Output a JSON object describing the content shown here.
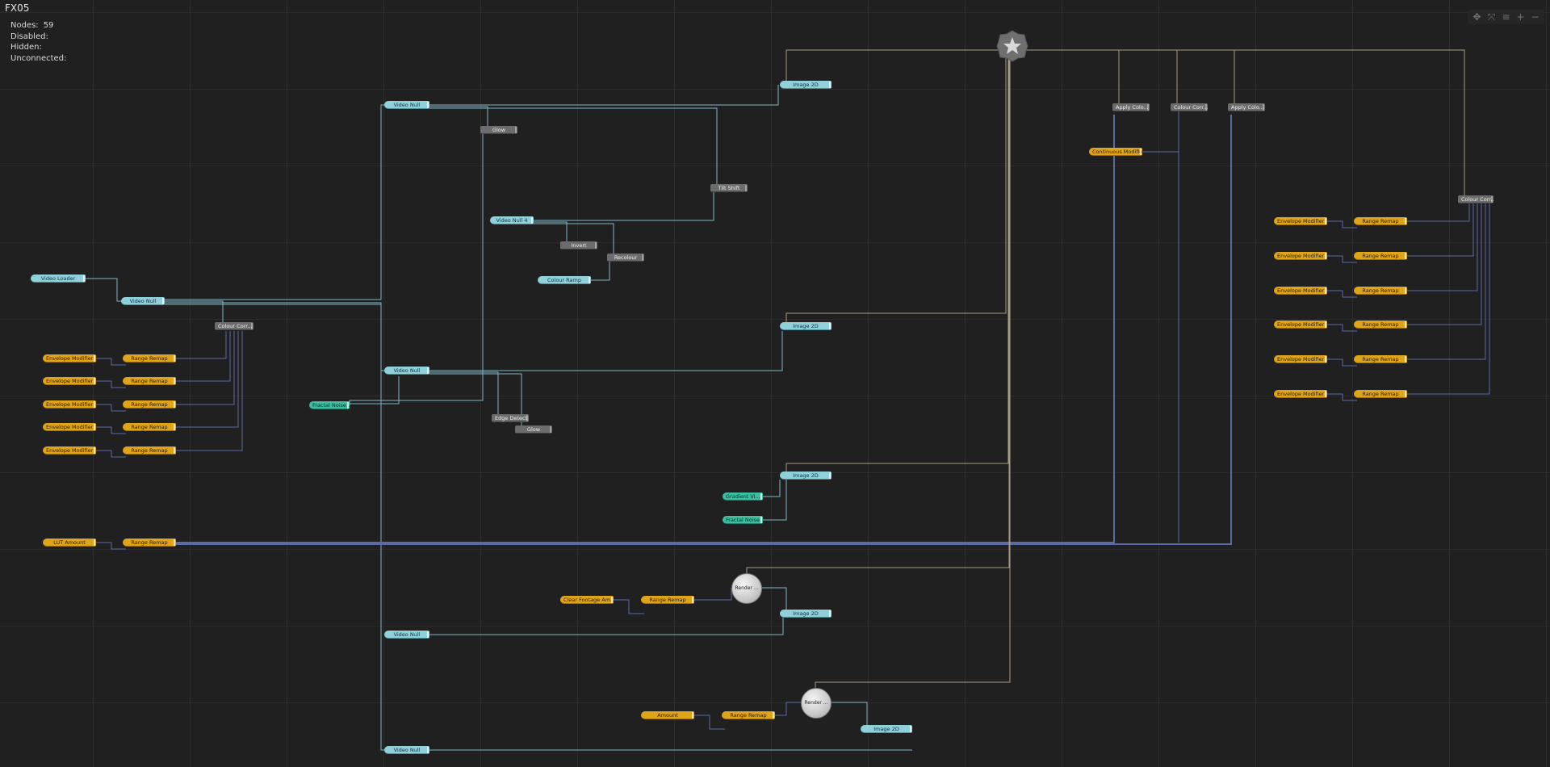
{
  "header": {
    "title": "FX05"
  },
  "stats": [
    {
      "label": "Nodes:",
      "value": "59"
    },
    {
      "label": "Disabled:",
      "value": ""
    },
    {
      "label": "Hidden:",
      "value": ""
    },
    {
      "label": "Unconnected:",
      "value": ""
    }
  ],
  "toolbar": [
    {
      "icon": "move-icon",
      "glyph": "✥"
    },
    {
      "icon": "fit-view-icon",
      "glyph": "⤧"
    },
    {
      "icon": "align-icon",
      "glyph": "≡"
    },
    {
      "icon": "zoom-in-icon",
      "glyph": "+"
    },
    {
      "icon": "zoom-out-icon",
      "glyph": "−"
    }
  ],
  "colors": {
    "yellow": "#e0a418",
    "cyan": "#8fd0da",
    "green": "#3bbfa0",
    "gray": "#6c6c6c",
    "wire_blue": "#5c6aa6",
    "wire_cyan": "#7fb6c2",
    "wire_tan": "#a99c83"
  },
  "root": {
    "icon": "scene-root-gear-icon"
  },
  "nodes": {
    "video_loader": "Video Loader",
    "video_null_1": "Video Null",
    "video_null_2": "Video Null",
    "video_null_3": "Video Null",
    "video_null_4": "Video Null 4",
    "video_null_5": "Video Null",
    "video_null_6": "Video Null",
    "glow_1": "Glow",
    "glow_2": "Glow",
    "tilt_shift": "Tilt Shift",
    "invert": "Invert",
    "recolour": "Recolour",
    "colour_ramp": "Colour Ramp",
    "edge_detect": "Edge Detect",
    "fractal_noise_1": "Fractal Noise ...",
    "fractal_noise_2": "Fractal Noise...",
    "gradient": "Gradient Vi...",
    "image2d_1": "Image 2D",
    "image2d_2": "Image 2D",
    "image2d_3": "Image 2D",
    "image2d_4": "Image 2D",
    "image2d_5": "Image 2D",
    "render_1": "Render ...",
    "render_2": "Render ...",
    "colour_corr_left": "Colour Corr...",
    "colour_corr_right": "Colour Corr...",
    "colour_corr_top": "Colour Corr...",
    "apply_colo_1": "Apply Colo...",
    "apply_colo_2": "Apply Colo...",
    "continuous_modifier": "Continuous Modifier",
    "lut_amount": "LUT Amount",
    "clear_footage": "Clear Footage Am...",
    "amount": "Amount",
    "envelope_modifier": "Envelope Modifier",
    "range_remap": "Range Remap"
  }
}
